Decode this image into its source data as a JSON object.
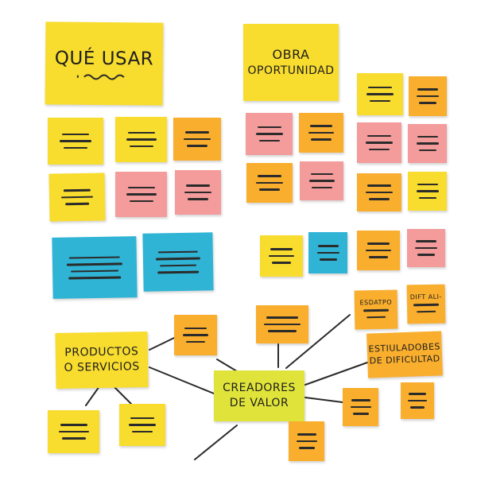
{
  "titles": {
    "que_usar": "QUÉ USAR",
    "obra": "OBRA",
    "oportunidad": "OPORTUNIDAD",
    "productos": "PRODUCTOS",
    "servicios": "O SERVICIOS",
    "creadores": "CREADORES",
    "de_valor": "DE VALOR",
    "estimuladores": "ESTIULADOBES",
    "dificultad": "DE DIFICULTAD",
    "esdatpo": "ESDATPO",
    "diftali": "DIFT ALI-"
  },
  "colors": {
    "yellow": "#f8dc2e",
    "orange": "#f9ae2e",
    "pink": "#f49b9b",
    "blue": "#2fb4d6",
    "lime": "#e0e43a",
    "ink": "#2b2b2b"
  }
}
